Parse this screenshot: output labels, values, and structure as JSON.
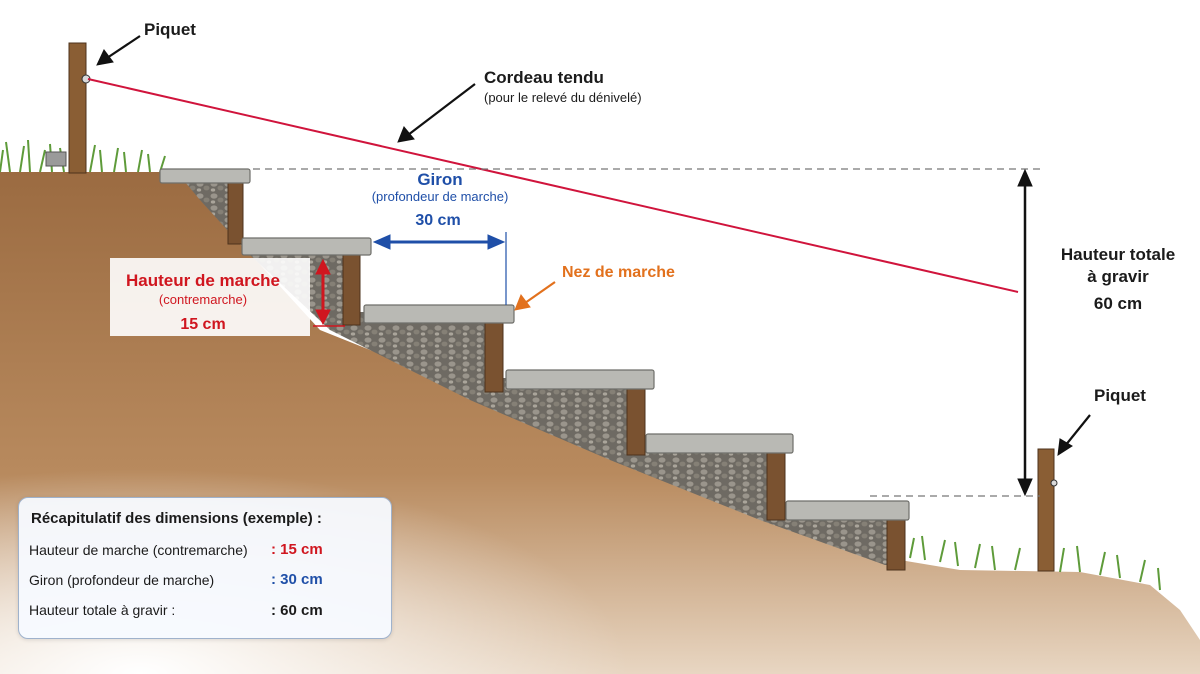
{
  "labels": {
    "stake_top": "Piquet",
    "stake_bottom": "Piquet",
    "string_title": "Cordeau tendu",
    "string_sub": "(pour le relevé du dénivelé)",
    "tread_title": "Giron",
    "tread_sub": "(profondeur de marche)",
    "tread_value": "30 cm",
    "nosing": "Nez de marche",
    "riser_title": "Hauteur de marche",
    "riser_sub": "(contremarche)",
    "riser_value": "15 cm",
    "total_line1": "Hauteur totale",
    "total_line2": "à gravir",
    "total_value": "60 cm"
  },
  "summary": {
    "title": "Récapitulatif des dimensions (exemple) :",
    "rows": [
      {
        "label": "Hauteur de marche (contremarche)",
        "value": ": 15 cm"
      },
      {
        "label": "Giron (profondeur de marche)",
        "value": ": 30 cm"
      },
      {
        "label": "Hauteur totale à gravir :",
        "value": ": 60 cm"
      }
    ]
  },
  "colors": {
    "riser": "#d0161f",
    "tread": "#1f4fa8",
    "nosing": "#e2711d",
    "string": "#d0143c",
    "text": "#1b1b1b",
    "soil": "#a8764a",
    "grass": "#5e9b3a",
    "stone": "#b9b9b4",
    "wood": "#7a5230"
  }
}
